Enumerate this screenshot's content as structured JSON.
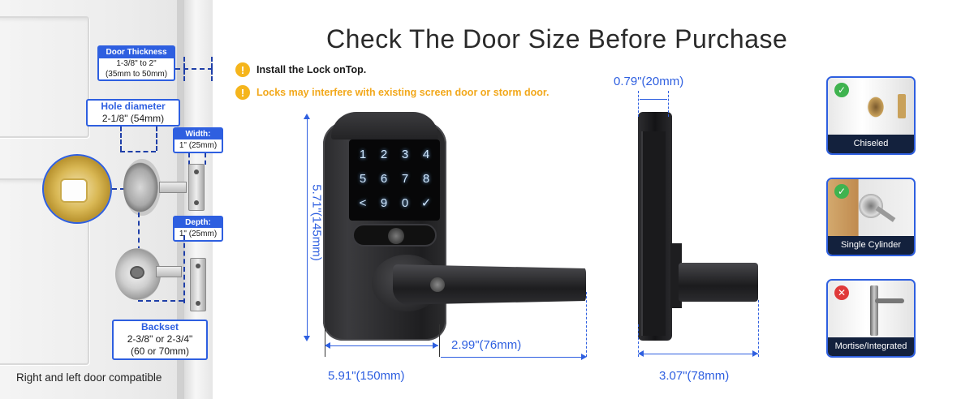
{
  "title": "Check The Door Size Before Purchase",
  "notes": {
    "install": "Install the Lock onTop.",
    "warning": "Locks may interfere with existing screen door or storm door."
  },
  "door_specs": {
    "thickness": {
      "label": "Door Thickness",
      "value_1": "1-3/8\" to 2\"",
      "value_2": "(35mm to 50mm)"
    },
    "hole": {
      "label": "Hole diameter",
      "value": "2-1/8\" (54mm)"
    },
    "width": {
      "label": "Width:",
      "value": "1\" (25mm)"
    },
    "depth": {
      "label": "Depth:",
      "value": "1\" (25mm)"
    },
    "backset": {
      "label": "Backset",
      "value_1": "2-3/8\" or 2-3/4\"",
      "value_2": "(60 or 70mm)"
    }
  },
  "compat_note": "Right and left door compatible",
  "keypad": [
    "1",
    "2",
    "3",
    "4",
    "5",
    "6",
    "7",
    "8",
    "<",
    "9",
    "0",
    "✓"
  ],
  "dimensions": {
    "height": "5.71\"(145mm)",
    "total_width": "5.91\"(150mm)",
    "lever_length": "2.99\"(76mm)",
    "side_depth": "0.79\"(20mm)",
    "side_total": "3.07\"(78mm)"
  },
  "door_types": [
    {
      "label": "Chiseled",
      "status": "ok",
      "icon": "check-badge-icon"
    },
    {
      "label": "Single Cylinder",
      "status": "ok",
      "icon": "check-badge-icon"
    },
    {
      "label": "Mortise/Integrated",
      "status": "no",
      "icon": "cross-badge-icon"
    }
  ],
  "colors": {
    "accent": "#2e5fe0",
    "warning": "#f2a81b",
    "label_bg": "#13213d",
    "ok": "#3fb34f",
    "no": "#e03a3a"
  }
}
